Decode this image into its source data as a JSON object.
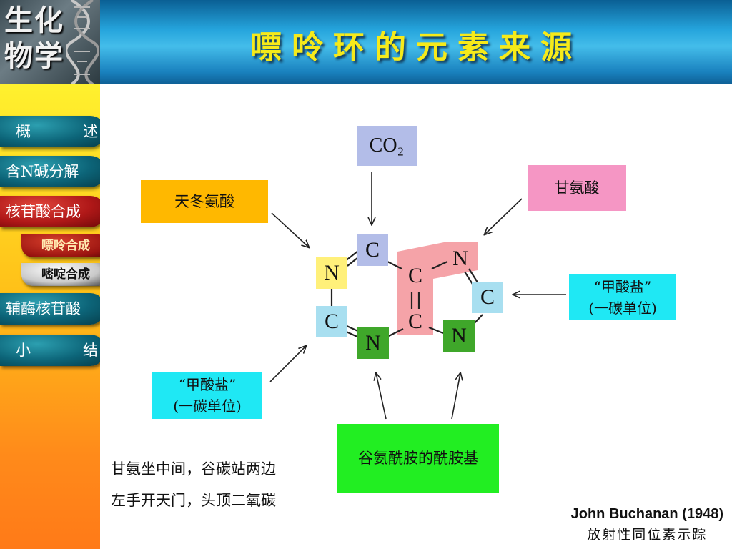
{
  "header": {
    "logo_text": "生化物学",
    "title": "嘌呤环的元素来源"
  },
  "sidebar": {
    "items": [
      {
        "label": "概　述"
      },
      {
        "label": "含N碱分解"
      },
      {
        "label": "核苷酸合成"
      },
      {
        "label": "辅酶核苷酸"
      },
      {
        "label": "小　结"
      }
    ],
    "subitems": [
      {
        "label": "嘌呤合成"
      },
      {
        "label": "嘧啶合成"
      }
    ]
  },
  "diagram": {
    "sources": {
      "co2": "CO₂",
      "glycine": "甘氨酸",
      "aspartate": "天冬氨酸",
      "formate_right": "“甲酸盐”\n(一碳单位)",
      "formate_left": "“甲酸盐”\n(一碳单位)",
      "glutamine": "谷氨酰胺的酰胺基"
    },
    "atoms": {
      "n1": "N",
      "c2": "C",
      "n3": "N",
      "c4": "C",
      "c5": "C",
      "c6": "C",
      "n7": "N",
      "c8": "C",
      "n9": "N"
    },
    "colors": {
      "co2": "#b3bde8",
      "glycine": "#f596c4",
      "aspartate": "#ffb800",
      "formate": "#1fe8f4",
      "formate_atom": "#a8dff0",
      "glutamine": "#22ee22",
      "glutamine_atom": "#3fa72a",
      "aspartate_atom": "#fff07a",
      "glycine_region": "#f5a3a8"
    }
  },
  "notes": {
    "mnemonic_line1": "甘氨坐中间，谷碳站两边",
    "mnemonic_line2": "左手开天门，头顶二氧碳"
  },
  "citation": {
    "author": "John Buchanan (1948)",
    "note": "放射性同位素示踪"
  }
}
